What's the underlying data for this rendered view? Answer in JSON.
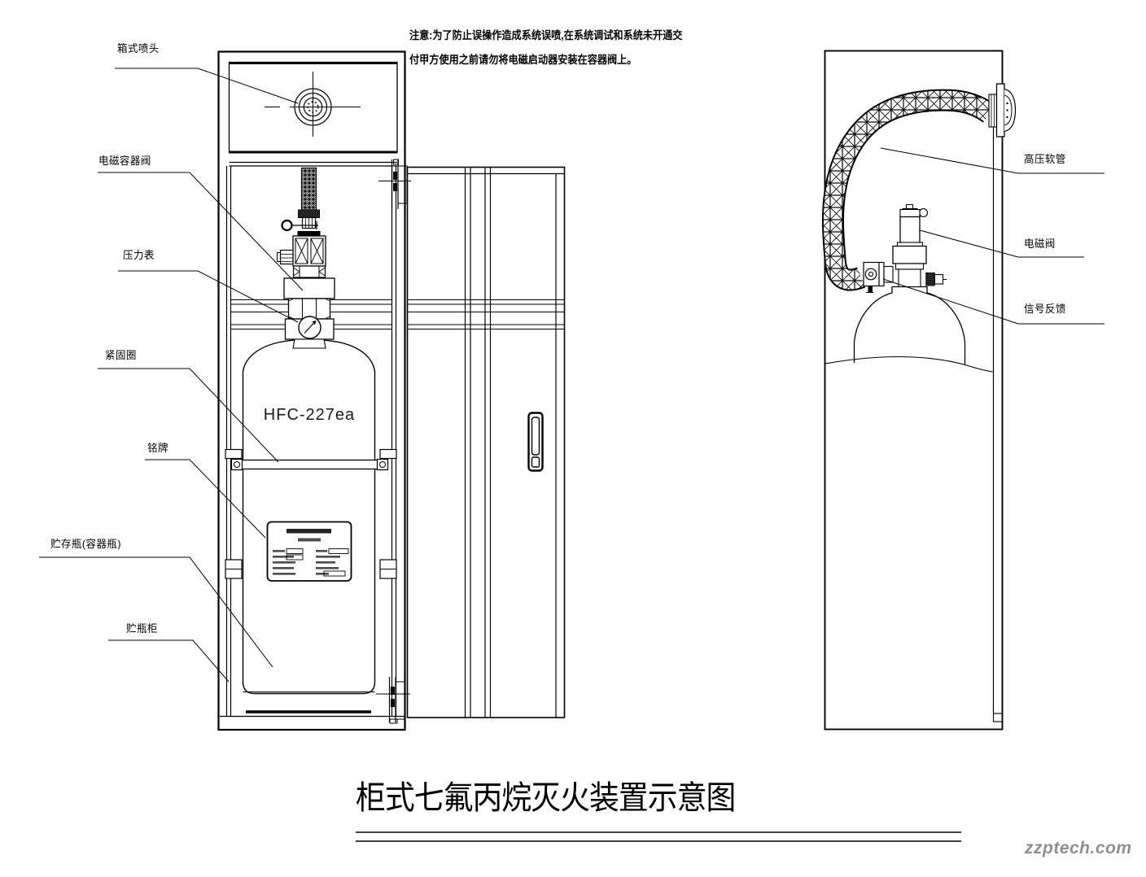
{
  "note": {
    "line1": "注意:为了防止误操作造成系统误喷,在系统调试和系统未开通交",
    "line2": "付甲方使用之前请勿将电磁启动器安装在容器阀上。"
  },
  "front_view": {
    "labels": {
      "nozzle": "箱式喷头",
      "container_valve": "电磁容器阀",
      "pressure_gauge": "压力表",
      "fastening_ring": "紧固圈",
      "nameplate": "铭牌",
      "storage_bottle": "贮存瓶(容器瓶)",
      "bottle_cabinet": "贮瓶柜"
    },
    "cylinder_label": "HFC-227ea"
  },
  "side_view": {
    "labels": {
      "high_pressure_hose": "高压软管",
      "solenoid_valve": "电磁阀",
      "signal_feedback": "信号反馈"
    }
  },
  "title": "柜式七氟丙烷灭火装置示意图",
  "watermark": "zzptech.com",
  "colors": {
    "line": "#000000",
    "watermark": "#8f8f8f",
    "background": "#ffffff"
  }
}
